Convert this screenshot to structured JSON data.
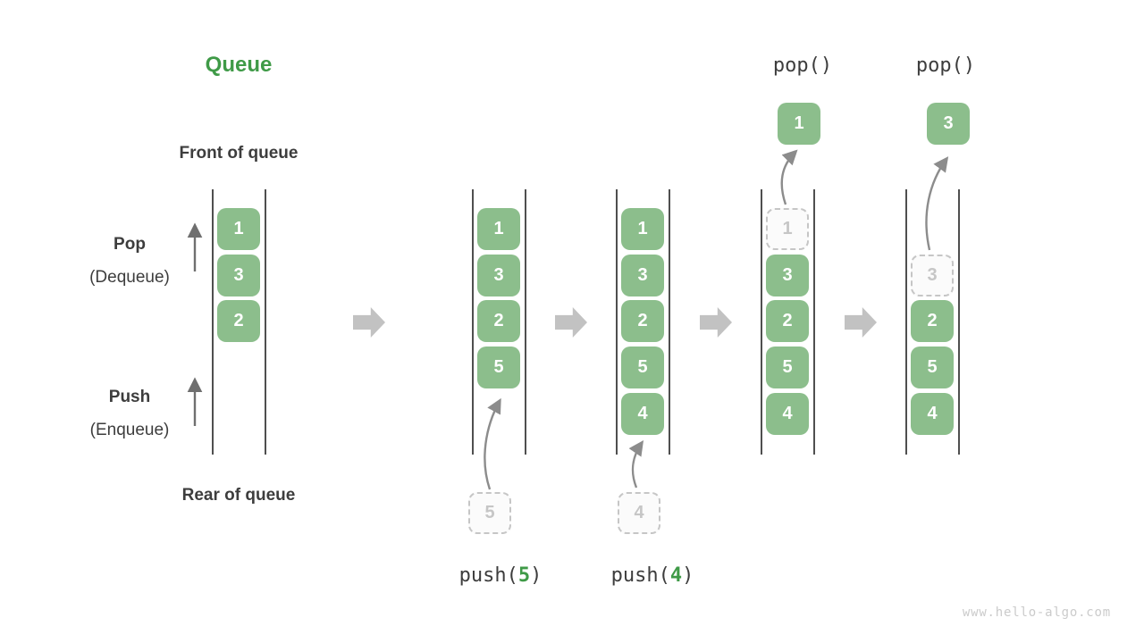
{
  "title": "Queue",
  "watermark": "www.hello-algo.com",
  "labels": {
    "front_of_queue": "Front of queue",
    "rear_of_queue": "Rear of queue",
    "pop": "Pop",
    "pop_alias": "(Dequeue)",
    "push": "Push",
    "push_alias": "(Enqueue)"
  },
  "operations": {
    "push1": {
      "pre": "push(",
      "arg": "5",
      "post": ")",
      "staged_value": "5"
    },
    "push2": {
      "pre": "push(",
      "arg": "4",
      "post": ")",
      "staged_value": "4"
    },
    "pop1": {
      "label": "pop()",
      "popped_value": "1"
    },
    "pop2": {
      "label": "pop()",
      "popped_value": "3"
    }
  },
  "states": [
    {
      "items": [
        "1",
        "3",
        "2"
      ]
    },
    {
      "items": [
        "1",
        "3",
        "2",
        "5"
      ]
    },
    {
      "items": [
        "1",
        "3",
        "2",
        "5",
        "4"
      ]
    },
    {
      "items": [
        "1",
        "3",
        "2",
        "5",
        "4"
      ]
    },
    {
      "items": [
        "3",
        "2",
        "5",
        "4"
      ]
    }
  ],
  "colors": {
    "box_green": "#8cbe8c",
    "title_green": "#3f9a47",
    "accent_green": "#3f9a47",
    "text_dark": "#3d3d3d",
    "wall_gray": "#4f4f4f",
    "block_arrow_gray": "#c2c2c2",
    "ghost_gray": "#c6c6c6",
    "arrow_gray": "#8c8c8c",
    "side_arrow_gray": "#6f6f6f",
    "watermark_gray": "#cbcbcb"
  }
}
